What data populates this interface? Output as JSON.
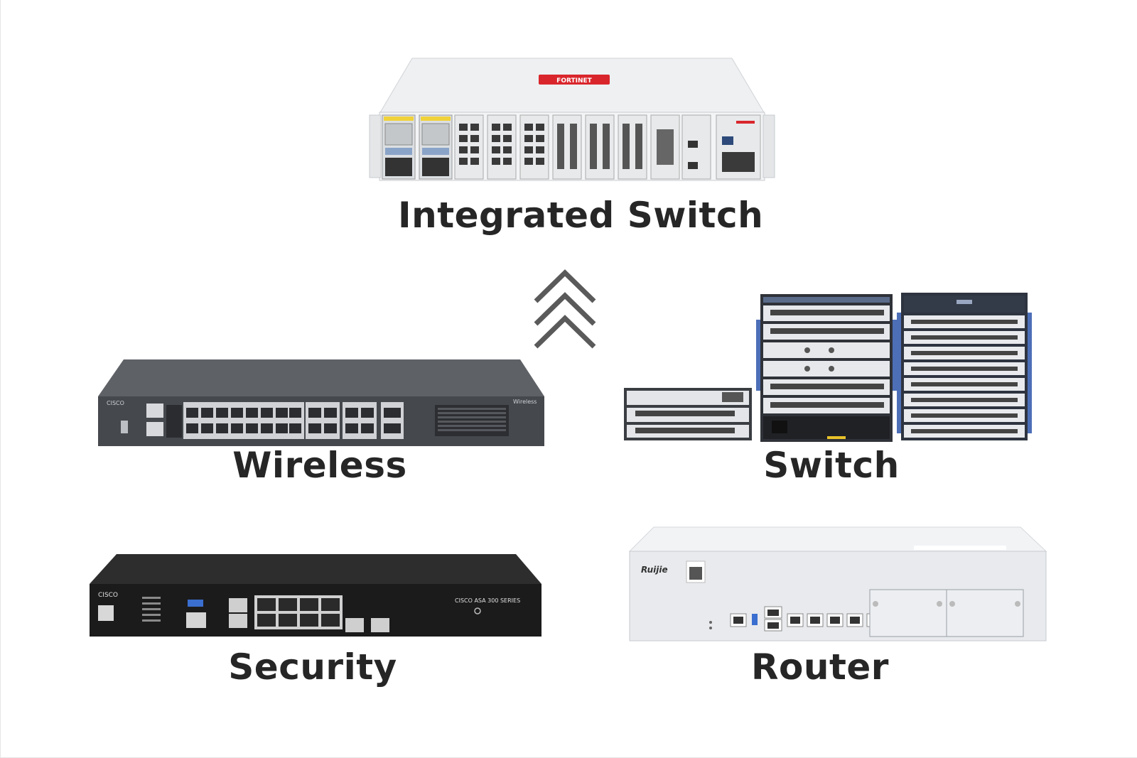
{
  "labels": {
    "integrated_switch": "Integrated Switch",
    "wireless": "Wireless",
    "switch": "Switch",
    "security": "Security",
    "router": "Router"
  },
  "device_text": {
    "fortinet_logo": "FORTINET",
    "wireless_brand": "CISCO",
    "wireless_side": "Wireless",
    "security_brand": "CISCO",
    "security_series": "CISCO ASA 300 SERIES",
    "router_brand": "Ruijie"
  },
  "icons": {
    "arrow": "triple-chevron-up-icon"
  },
  "colors": {
    "label": "#262626",
    "arrow": "#5a5a5a",
    "fortinet_red": "#d9262c",
    "dark_chassis": "#4a4d52",
    "black_chassis": "#1c1c1c",
    "silver_chassis": "#e9ebee"
  }
}
